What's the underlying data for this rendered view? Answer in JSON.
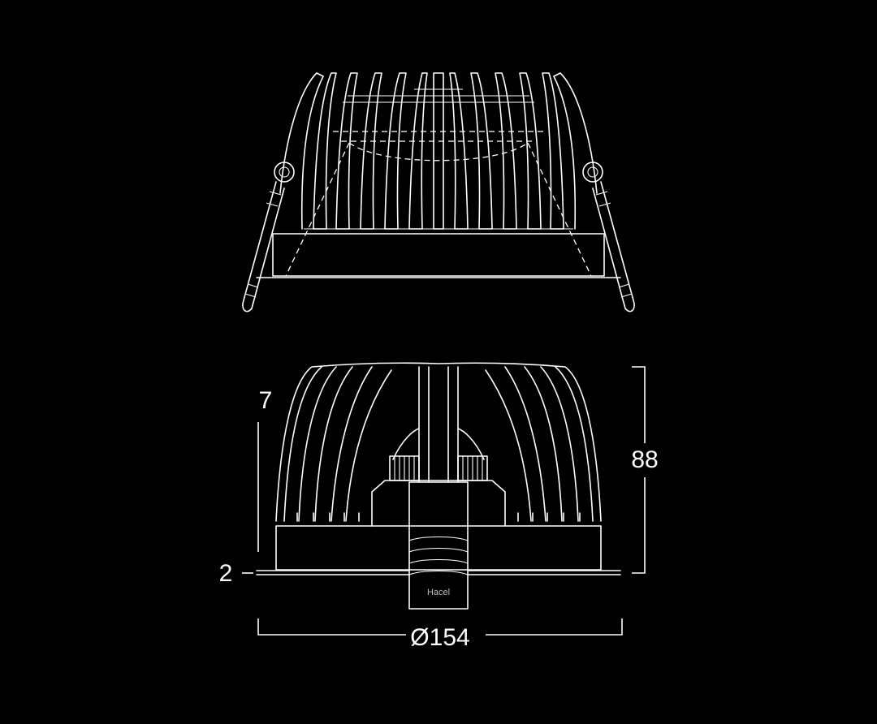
{
  "dimensions": {
    "height": "88",
    "diameter": "Ø154",
    "trim_thickness": "2",
    "ceiling_max": "7"
  },
  "module_label": "Hacel",
  "colors": {
    "background": "#000000",
    "line": "#ffffff"
  }
}
